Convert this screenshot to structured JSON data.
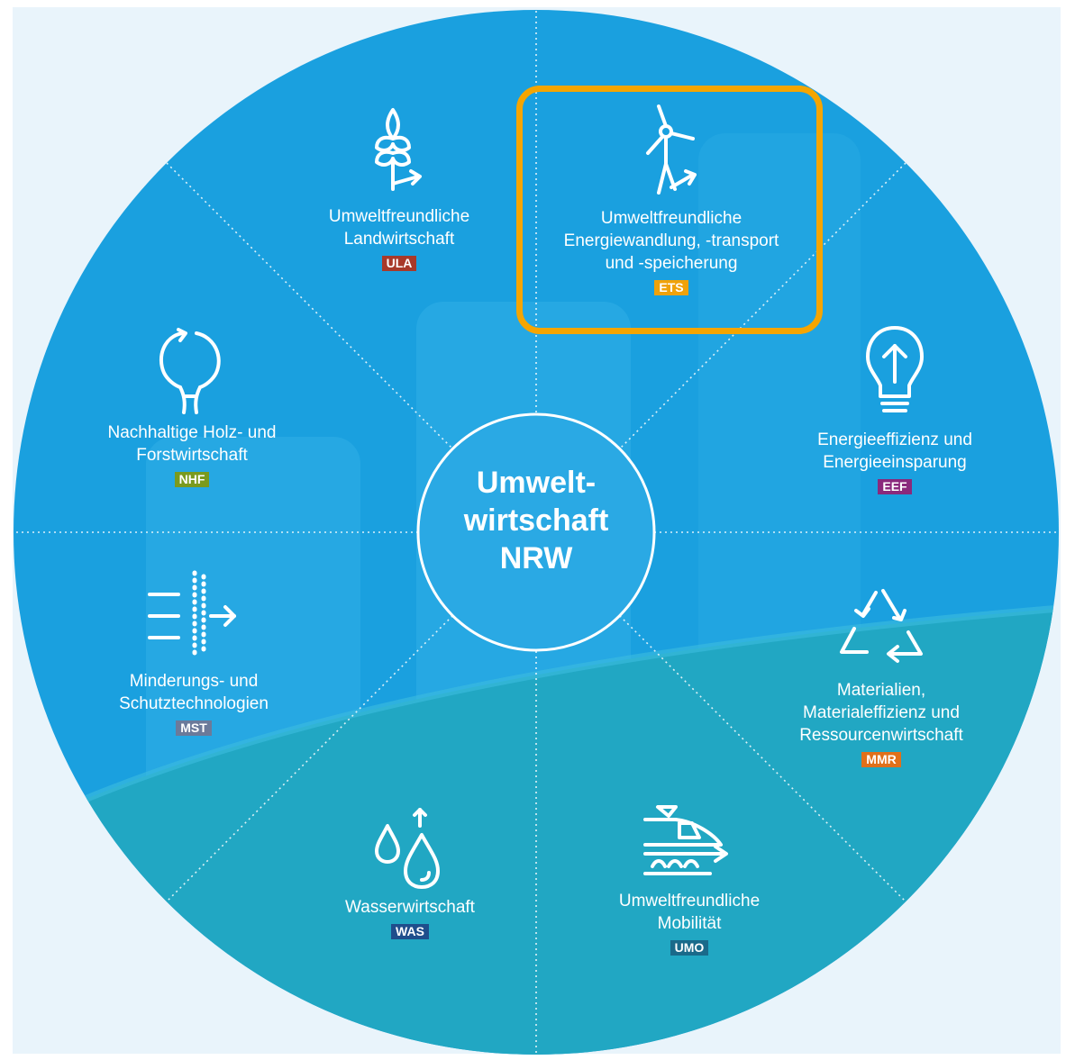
{
  "center": {
    "title": "Umwelt-\nwirtschaft\nNRW"
  },
  "segments": {
    "ula": {
      "label": "Umweltfreundliche\nLandwirtschaft",
      "code": "ULA",
      "color": "#a8392a",
      "icon": "wheat-arrow-icon"
    },
    "ets": {
      "label": "Umweltfreundliche\nEnergiewandlung, -transport\nund -speicherung",
      "code": "ETS",
      "color": "#f0a20a",
      "icon": "wind-turbine-icon"
    },
    "eef": {
      "label": "Energieeffizienz und\nEnergieeinsparung",
      "code": "EEF",
      "color": "#8a2a7c",
      "icon": "lightbulb-arrow-icon"
    },
    "mmr": {
      "label": "Materialien,\nMaterialeffizienz und\nRessourcenwirtschaft",
      "code": "MMR",
      "color": "#e0701a",
      "icon": "recycle-icon"
    },
    "umo": {
      "label": "Umweltfreundliche\nMobilität",
      "code": "UMO",
      "color": "#1a6a8a",
      "icon": "train-icon"
    },
    "was": {
      "label": "Wasserwirtschaft",
      "code": "WAS",
      "color": "#1f4e8c",
      "icon": "water-drops-icon"
    },
    "mst": {
      "label": "Minderungs- und\nSchutztechnologien",
      "code": "MST",
      "color": "#6b7a9a",
      "icon": "filter-arrow-icon"
    },
    "nhf": {
      "label": "Nachhaltige Holz- und\nForstwirtschaft",
      "code": "NHF",
      "color": "#7a9a1e",
      "icon": "tree-cycle-icon"
    }
  },
  "colors": {
    "wheel_blue": "#1aa0df",
    "wheel_teal": "#21a7c3",
    "highlight": "#f5a500",
    "frame": "#e9f4fb"
  }
}
